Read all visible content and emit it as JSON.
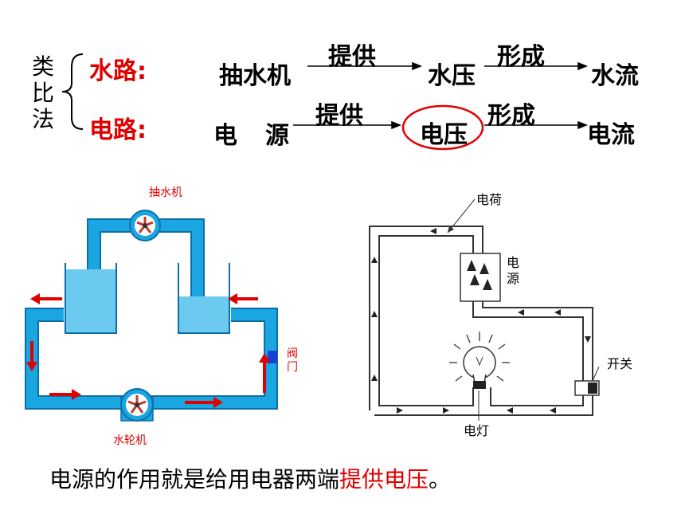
{
  "analogy": {
    "method_chars": [
      "类",
      "比",
      "法"
    ],
    "water_label": "水路:",
    "circuit_label": "电路:",
    "water_row": {
      "start": "抽水机",
      "arrow1": "提供",
      "middle": "水压",
      "arrow2": "形成",
      "end": "水流"
    },
    "circuit_row": {
      "start_1": "电",
      "start_2": "源",
      "arrow1": "提供",
      "middle": "电压",
      "arrow2": "形成",
      "end": "电流"
    }
  },
  "water_circuit": {
    "pump": "抽水机",
    "turbine": "水轮机",
    "valve": "阀门"
  },
  "electric_circuit": {
    "charge": "电荷",
    "source": "电源",
    "switch": "开关",
    "lamp": "电灯"
  },
  "conclusion": {
    "text": "电源的作用就是给用电器两端",
    "highlight": "提供电压",
    "end": "。"
  },
  "colors": {
    "accent": "#e00000",
    "water": "#1aa6e0",
    "water_fill": "#6cc9ef",
    "water_outline": "#0d6fa8"
  }
}
